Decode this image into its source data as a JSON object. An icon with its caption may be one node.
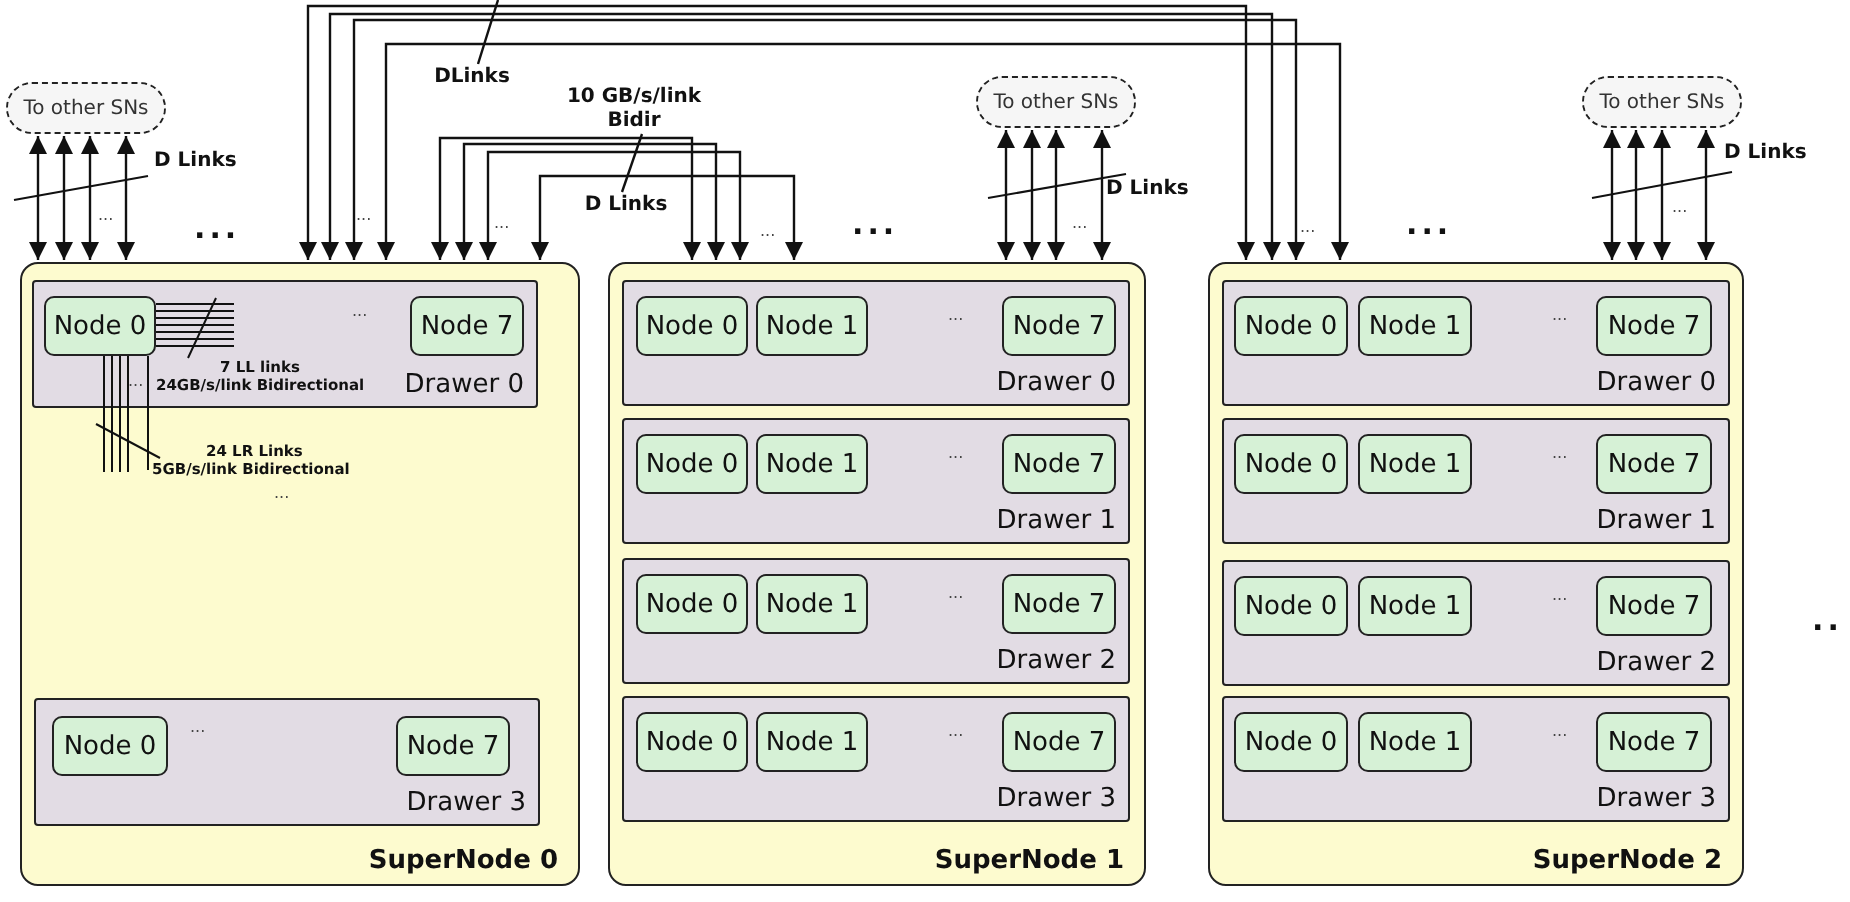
{
  "diagram": {
    "nodes": [
      {
        "text": [
          "SuperNode 0"
        ]
      },
      {
        "text": [
          "Drawer 0"
        ],
        "in": 0
      },
      {
        "text": [
          "Node 0"
        ],
        "in": 1
      },
      {
        "text": [
          "Node 7"
        ],
        "in": 1
      },
      {
        "text": [
          "Drawer 3"
        ],
        "in": 0
      },
      {
        "text": [
          "Node 0"
        ],
        "in": 4
      },
      {
        "text": [
          "Node 7"
        ],
        "in": 4
      },
      {
        "text": [
          "SuperNode 1"
        ]
      },
      {
        "text": [
          "Drawer 0"
        ],
        "in": 7
      },
      {
        "text": [
          "Node 0"
        ],
        "in": 8
      },
      {
        "text": [
          "Node 1"
        ],
        "in": 8
      },
      {
        "text": [
          "Node 7"
        ],
        "in": 8
      },
      {
        "text": [
          "Drawer 1"
        ],
        "in": 7
      },
      {
        "text": [
          "Node 0"
        ],
        "in": 12
      },
      {
        "text": [
          "Node 1"
        ],
        "in": 12
      },
      {
        "text": [
          "Node 7"
        ],
        "in": 12
      },
      {
        "text": [
          "Drawer 2"
        ],
        "in": 7
      },
      {
        "text": [
          "Node 0"
        ],
        "in": 16
      },
      {
        "text": [
          "Node 1"
        ],
        "in": 16
      },
      {
        "text": [
          "Node 7"
        ],
        "in": 16
      },
      {
        "text": [
          "Drawer 3"
        ],
        "in": 7
      },
      {
        "text": [
          "Node 0"
        ],
        "in": 20
      },
      {
        "text": [
          "Node 1"
        ],
        "in": 20
      },
      {
        "text": [
          "Node 7"
        ],
        "in": 20
      },
      {
        "text": [
          "SuperNode 2"
        ]
      },
      {
        "text": [
          "Drawer 0"
        ],
        "in": 24
      },
      {
        "text": [
          "Node 0"
        ],
        "in": 25
      },
      {
        "text": [
          "Node 1"
        ],
        "in": 25
      },
      {
        "text": [
          "Node 7"
        ],
        "in": 25
      },
      {
        "text": [
          "Drawer 1"
        ],
        "in": 24
      },
      {
        "text": [
          "Node 0"
        ],
        "in": 29
      },
      {
        "text": [
          "Node 1"
        ],
        "in": 29
      },
      {
        "text": [
          "Node 7"
        ],
        "in": 29
      },
      {
        "text": [
          "Drawer 2"
        ],
        "in": 24
      },
      {
        "text": [
          "Node 0"
        ],
        "in": 33
      },
      {
        "text": [
          "Node 1"
        ],
        "in": 33
      },
      {
        "text": [
          "Node 7"
        ],
        "in": 33
      },
      {
        "text": [
          "Drawer 3"
        ],
        "in": 24
      },
      {
        "text": [
          "Node 0"
        ],
        "in": 37
      },
      {
        "text": [
          "Node 1"
        ],
        "in": 37
      },
      {
        "text": [
          "Node 7"
        ],
        "in": 37
      },
      {
        "text": [
          "To other SNs"
        ]
      },
      {
        "text": [
          "To other SNs"
        ]
      },
      {
        "text": [
          "To other SNs"
        ]
      },
      {
        "text": [
          "DLinks"
        ]
      },
      {
        "text": [
          "10 GB/s/link Bidir"
        ]
      },
      {
        "text": [
          "D Links"
        ]
      }
    ],
    "edges": [
      {
        "from": 0,
        "to": 41,
        "arrow": "both"
      },
      {
        "from": 0,
        "to": 41,
        "arrow": "both"
      },
      {
        "from": 0,
        "to": 41,
        "arrow": "both"
      },
      {
        "from": 0,
        "to": 41,
        "arrow": "both"
      },
      {
        "from": 0,
        "to": 24,
        "arrow": "both"
      },
      {
        "from": 0,
        "to": 24,
        "arrow": "both"
      },
      {
        "from": 0,
        "to": 24,
        "arrow": "both"
      },
      {
        "from": 0,
        "to": 24,
        "arrow": "both"
      },
      {
        "from": 0,
        "to": 7,
        "arrow": "both"
      },
      {
        "from": 0,
        "to": 7,
        "arrow": "both"
      },
      {
        "from": 0,
        "to": 7,
        "arrow": "both"
      },
      {
        "from": 0,
        "to": 7,
        "arrow": "both"
      },
      {
        "from": 7,
        "to": 42,
        "arrow": "both"
      },
      {
        "from": 7,
        "to": 42,
        "arrow": "both"
      },
      {
        "from": 7,
        "to": 42,
        "arrow": "both"
      },
      {
        "from": 7,
        "to": 42,
        "arrow": "both"
      },
      {
        "from": 24,
        "to": 43,
        "arrow": "both"
      },
      {
        "from": 24,
        "to": 43,
        "arrow": "both"
      },
      {
        "from": 24,
        "to": 43,
        "arrow": "both"
      },
      {
        "from": 24,
        "to": 43,
        "arrow": "both"
      },
      {
        "from": 44,
        "to": null,
        "arrow": "none"
      },
      {
        "from": 45,
        "to": 46,
        "arrow": "none"
      }
    ],
    "labels": [
      "D Links",
      "D Links",
      "D Links",
      "...",
      "...",
      "...",
      "...",
      "...",
      "...",
      "...",
      "...",
      "...",
      "...",
      "7 LL links",
      "24GB/s/link Bidirectional",
      "24 LR Links",
      "5GB/s/link Bidirectional",
      "...",
      "...",
      "...",
      "...",
      "...",
      "...",
      "...",
      "...",
      "...",
      "...",
      "...",
      "...",
      ".."
    ]
  }
}
